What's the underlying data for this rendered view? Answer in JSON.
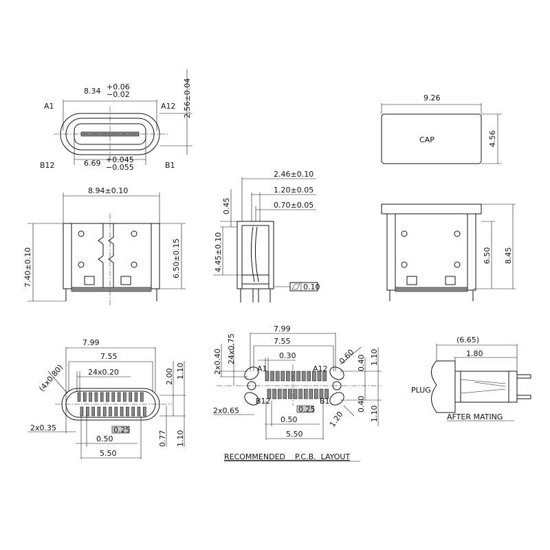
{
  "top_view": {
    "width": "8.34",
    "width_tol_plus": "+0.06",
    "width_tol_minus": "−0.02",
    "inner": "6.69",
    "inner_tol_plus": "+0.045",
    "inner_tol_minus": "−0.055",
    "height": "2.56±0.04",
    "pin_a1": "A1",
    "pin_a12": "A12",
    "pin_b12": "B12",
    "pin_b1": "B1"
  },
  "cap_view": {
    "width": "9.26",
    "height": "4.56",
    "label": "CAP"
  },
  "front_view": {
    "width": "8.94±0.10",
    "height": "7.40±0.10",
    "shell_height": "6.50±0.15"
  },
  "side_view": {
    "d1": "2.46±0.10",
    "d2": "1.20±0.05",
    "d3": "0.70±0.05",
    "d4": "0.45",
    "d5": "4.45±0.10",
    "flatness": "0.10"
  },
  "right_view": {
    "h1": "6.50",
    "h2": "8.45"
  },
  "bottom_view": {
    "w1": "7.99",
    "w2": "7.55",
    "pitch": "24x0.20",
    "radius": "(4x0.80)",
    "slot": "2x0.35",
    "box": "0.25",
    "p": "0.50",
    "span": "5.50",
    "v1": "2.00",
    "v2": "1.10",
    "v3": "0.77",
    "v4": "1.10"
  },
  "pcb_layout": {
    "w1": "7.99",
    "w2": "7.55",
    "pad": "0.30",
    "pin_a1": "A1",
    "pin_a12": "A12",
    "pin_b12": "B12",
    "pin_b1": "B1",
    "box": "0.25",
    "hole": "2x0.65",
    "p": "0.50",
    "span": "5.50",
    "v1": "2x0.40",
    "v2": "24x0.75",
    "slot": "0.60",
    "v3": "0.40",
    "v4": "1.10",
    "v5": "0.40",
    "v6": "1.10",
    "slot2": "1.20",
    "caption": "RECOMMENDED    P.C.B.  LAYOUT"
  },
  "after_mating": {
    "d1": "(6.65)",
    "d2": "1.80",
    "plug": "PLUG",
    "caption": "AFTER MATING"
  }
}
